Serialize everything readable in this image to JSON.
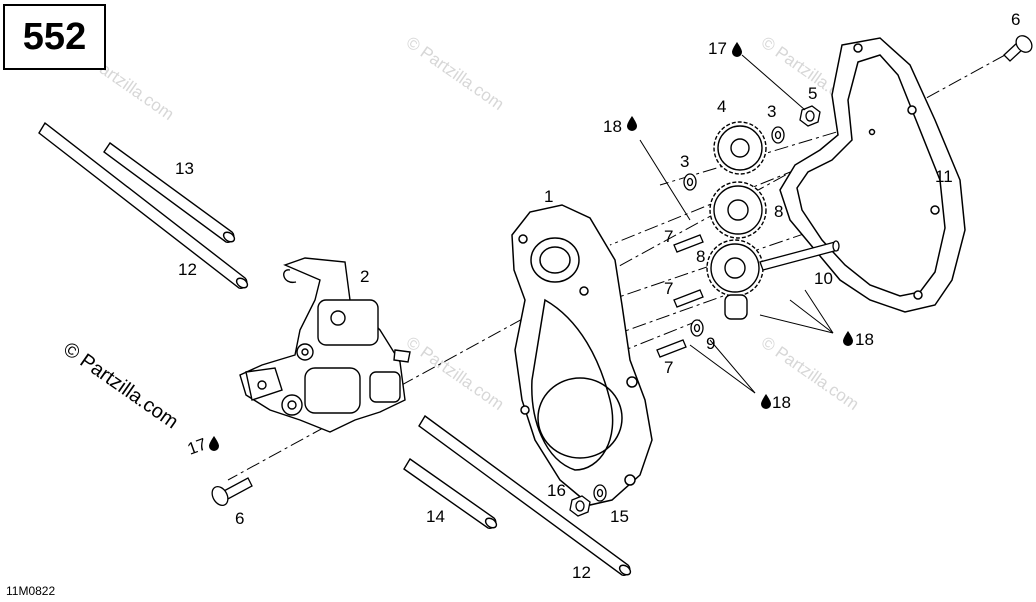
{
  "header": {
    "page_number": "552"
  },
  "footer": {
    "figure_code": "11M0822"
  },
  "watermark": {
    "small": "© Partzilla.com",
    "large": "© Partzilla.com"
  },
  "callouts": {
    "c1": "1",
    "c2": "2",
    "c3a": "3",
    "c3b": "3",
    "c4": "4",
    "c5": "5",
    "c6a": "6",
    "c6b": "6",
    "c7a": "7",
    "c7b": "7",
    "c7c": "7",
    "c8a": "8",
    "c8b": "8",
    "c9": "9",
    "c10": "10",
    "c11": "11",
    "c12a": "12",
    "c12b": "12",
    "c13": "13",
    "c14": "14",
    "c15": "15",
    "c16": "16",
    "c17a": "17",
    "c17b": "17",
    "c18a": "18",
    "c18b": "18",
    "c18c": "18"
  }
}
